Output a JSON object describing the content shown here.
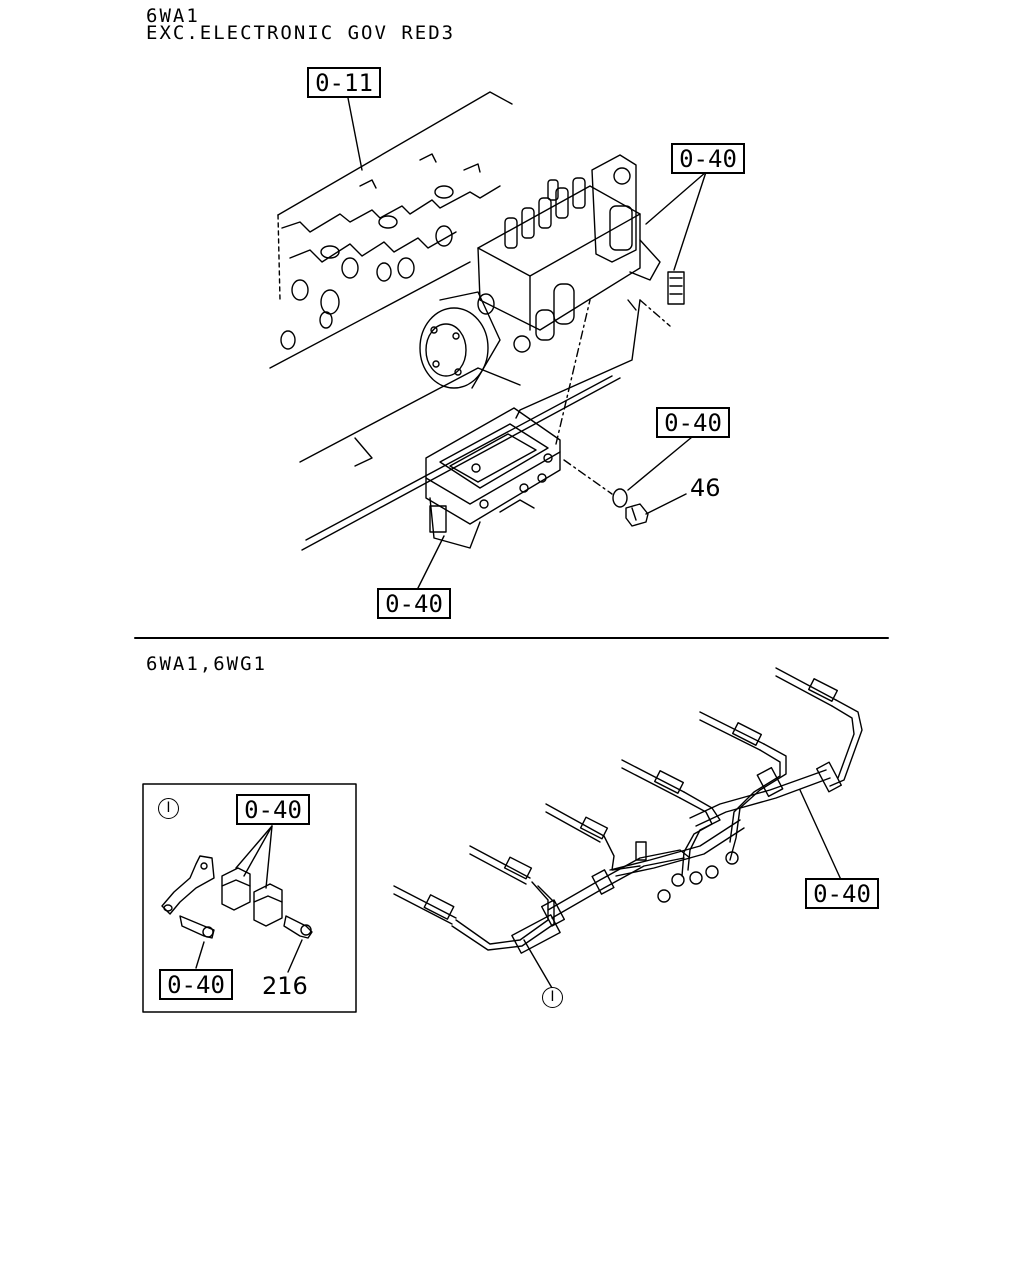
{
  "header": {
    "line1": "6WA1",
    "line2": "EXC.ELECTRONIC GOV RED3"
  },
  "lower_section": {
    "title": "6WA1,6WG1"
  },
  "callouts": {
    "gasket_ref": "0-11",
    "pump_ref": "0-40",
    "washer_ref": "0-40",
    "bracket_ref": "0-40",
    "bolt_part": "46",
    "pipes_ref": "0-40",
    "detail_marker": "I",
    "pipes_marker": "I",
    "clamp_ref": "0-40",
    "bolt_ref": "0-40",
    "clamp_bolt_part": "216"
  }
}
